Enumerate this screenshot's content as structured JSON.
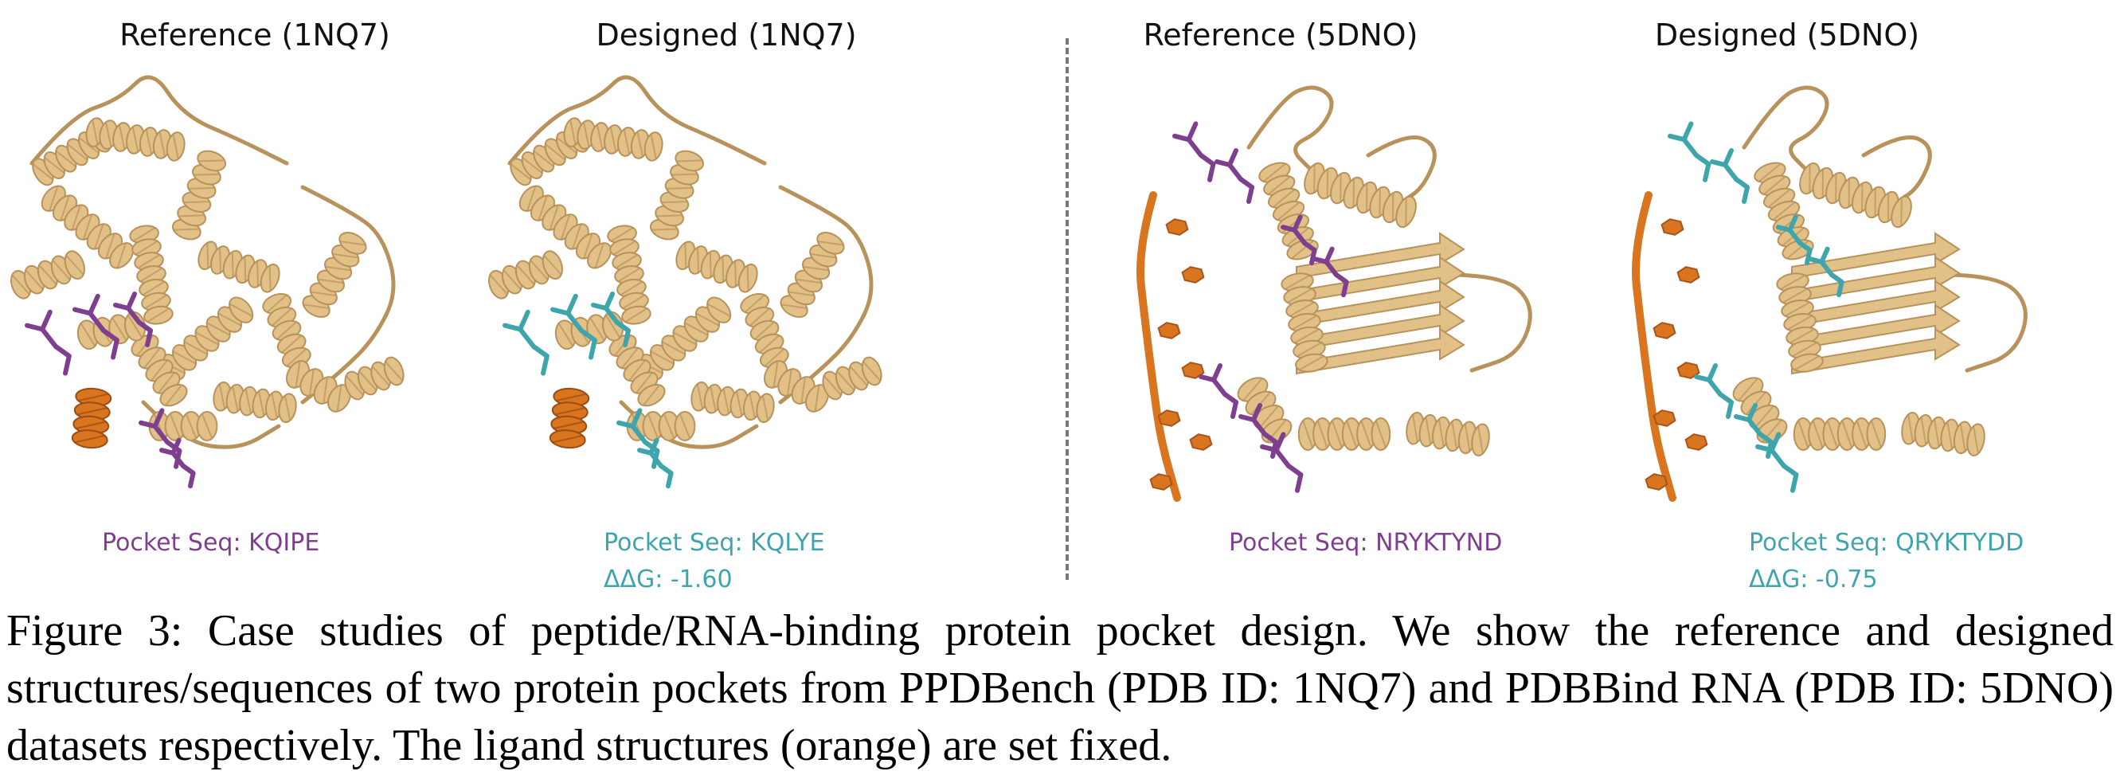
{
  "colors": {
    "protein": "#e2c188",
    "protein_dark": "#b8925a",
    "ligand": "#d9741f",
    "reference_residue": "#7f3f8f",
    "designed_residue": "#3fa5ad"
  },
  "panels": [
    {
      "title": "Reference (1NQ7)",
      "pocket_seq": "Pocket Seq: KQIPE",
      "ddg": "",
      "kind": "reference",
      "ligand": "peptide",
      "residue_icon": "protein-cartoon-icon"
    },
    {
      "title": "Designed (1NQ7)",
      "pocket_seq": "Pocket Seq: KQLYE",
      "ddg": "ΔΔG: -1.60",
      "kind": "designed",
      "ligand": "peptide",
      "residue_icon": "protein-cartoon-icon"
    },
    {
      "title": "Reference (5DNO)",
      "pocket_seq": "Pocket Seq: NRYKTYND",
      "ddg": "",
      "kind": "reference",
      "ligand": "rna",
      "residue_icon": "protein-cartoon-icon"
    },
    {
      "title": "Designed (5DNO)",
      "pocket_seq": "Pocket Seq: QRYKTYDD",
      "ddg": "ΔΔG: -0.75",
      "kind": "designed",
      "ligand": "rna",
      "residue_icon": "protein-cartoon-icon"
    }
  ],
  "caption": "Figure 3: Case studies of peptide/RNA-binding protein pocket design. We show the reference and designed structures/sequences of two protein pockets from PPDBench (PDB ID: 1NQ7) and PDBBind RNA (PDB ID: 5DNO) datasets respectively. The ligand structures (orange) are set fixed."
}
